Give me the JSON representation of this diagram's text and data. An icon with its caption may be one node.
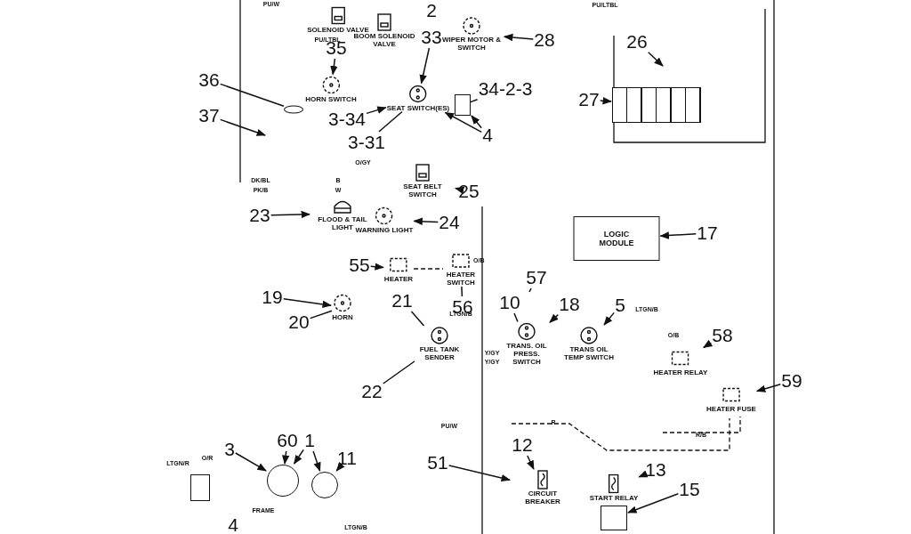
{
  "diagram": {
    "nodes": [
      {
        "text": [
          "33"
        ]
      },
      {
        "text": [
          "SOLENOID VALVE"
        ]
      },
      {
        "text": [
          "BOOM SOLENOID VALVE"
        ]
      },
      {
        "text": [
          "35"
        ]
      },
      {
        "text": [
          "WIPER MOTOR & SWITCH"
        ]
      },
      {
        "text": [
          "28"
        ]
      },
      {
        "text": [
          "26"
        ]
      },
      {
        "text": [],
        "shape": "box"
      },
      {
        "text": [
          "27"
        ]
      },
      {
        "text": [
          "36"
        ]
      },
      {
        "text": [],
        "shape": "oval"
      },
      {
        "text": [
          "37"
        ]
      },
      {
        "text": [
          "HORN SWITCH"
        ]
      },
      {
        "text": [
          "SEAT SWITCH(ES)"
        ]
      },
      {
        "text": [
          "3-34"
        ]
      },
      {
        "text": [
          "34-2-3"
        ]
      },
      {
        "text": [],
        "shape": "box"
      },
      {
        "text": [
          "3-31"
        ]
      },
      {
        "text": [
          "4"
        ]
      },
      {
        "text": [
          "SEAT BELT SWITCH"
        ]
      },
      {
        "text": [
          "25"
        ]
      },
      {
        "text": [
          "23"
        ]
      },
      {
        "text": [
          "FLOOD & TAIL LIGHT"
        ]
      },
      {
        "text": [
          "WARNING LIGHT"
        ]
      },
      {
        "text": [
          "24"
        ]
      },
      {
        "text": [
          "LOGIC MODULE"
        ]
      },
      {
        "text": [
          "17"
        ]
      },
      {
        "text": [
          "55"
        ]
      },
      {
        "text": [
          "HEATER"
        ]
      },
      {
        "text": [
          "HEATER SWITCH"
        ],
        "beside": [
          "O/B"
        ]
      },
      {
        "text": [
          "56"
        ]
      },
      {
        "text": [
          "19"
        ]
      },
      {
        "text": [
          "20"
        ]
      },
      {
        "text": [
          "HORN"
        ]
      },
      {
        "text": [
          "21"
        ]
      },
      {
        "text": [
          "FUEL TANK SENDER"
        ]
      },
      {
        "text": [
          "22"
        ]
      },
      {
        "text": [
          "57"
        ]
      },
      {
        "text": [
          "10"
        ]
      },
      {
        "text": [
          "18"
        ]
      },
      {
        "text": [
          "5"
        ]
      },
      {
        "text": [
          "TRANS. OIL PRESS. SWITCH"
        ]
      },
      {
        "text": [
          "TRANS OIL TEMP SWITCH"
        ]
      },
      {
        "text": [
          "58"
        ]
      },
      {
        "text": [
          "HEATER RELAY"
        ]
      },
      {
        "text": [
          "HEATER FUSE"
        ]
      },
      {
        "text": [
          "59"
        ]
      },
      {
        "text": [
          "12"
        ]
      },
      {
        "text": [
          "CIRCUIT BREAKER"
        ]
      },
      {
        "text": [
          "51"
        ]
      },
      {
        "text": [
          "START RELAY"
        ]
      },
      {
        "text": [
          "13"
        ]
      },
      {
        "text": [
          "15"
        ]
      },
      {
        "text": [],
        "shape": "box"
      },
      {
        "text": [
          "3"
        ]
      },
      {
        "text": [
          "60"
        ]
      },
      {
        "text": [
          "1"
        ]
      },
      {
        "text": [
          "11"
        ]
      },
      {
        "text": [],
        "shape": "circle"
      },
      {
        "text": [],
        "shape": "circle"
      },
      {
        "text": [],
        "shape": "box"
      }
    ],
    "edges": [
      {
        "from": 0,
        "to": 13,
        "arrow": "to"
      },
      {
        "from": 3,
        "to": 12,
        "arrow": "to"
      },
      {
        "from": 5,
        "to": 4,
        "arrow": "to"
      },
      {
        "from": 6,
        "to": null,
        "arrow": "to"
      },
      {
        "from": 8,
        "to": 7,
        "arrow": "to"
      },
      {
        "from": 9,
        "to": 10,
        "arrow": "none"
      },
      {
        "from": 11,
        "to": null,
        "arrow": "to"
      },
      {
        "from": 14,
        "to": 13,
        "arrow": "to"
      },
      {
        "from": 15,
        "to": 16,
        "arrow": "none"
      },
      {
        "from": 17,
        "to": 13,
        "arrow": "none"
      },
      {
        "from": 18,
        "to": 16,
        "arrow": "to"
      },
      {
        "from": 18,
        "to": 13,
        "arrow": "to"
      },
      {
        "from": 20,
        "to": 19,
        "arrow": "to"
      },
      {
        "from": 21,
        "to": 22,
        "arrow": "to"
      },
      {
        "from": 24,
        "to": 23,
        "arrow": "to"
      },
      {
        "from": 26,
        "to": 25,
        "arrow": "to"
      },
      {
        "from": 27,
        "to": 28,
        "arrow": "to"
      },
      {
        "from": 30,
        "to": 29,
        "arrow": "none"
      },
      {
        "from": 31,
        "to": 33,
        "arrow": "to"
      },
      {
        "from": 32,
        "to": 33,
        "arrow": "none"
      },
      {
        "from": 34,
        "to": 35,
        "arrow": "none"
      },
      {
        "from": 36,
        "to": 35,
        "arrow": "none"
      },
      {
        "from": 37,
        "to": null,
        "arrow": "none"
      },
      {
        "from": 38,
        "to": 41,
        "arrow": "none"
      },
      {
        "from": 39,
        "to": 41,
        "arrow": "to"
      },
      {
        "from": 40,
        "to": 42,
        "arrow": "to"
      },
      {
        "from": 43,
        "to": 44,
        "arrow": "to"
      },
      {
        "from": 46,
        "to": 45,
        "arrow": "to"
      },
      {
        "from": 47,
        "to": 48,
        "arrow": "to"
      },
      {
        "from": 49,
        "to": 48,
        "arrow": "to"
      },
      {
        "from": 51,
        "to": 50,
        "arrow": "to"
      },
      {
        "from": 52,
        "to": 53,
        "arrow": "to"
      },
      {
        "from": 54,
        "to": 58,
        "arrow": "to"
      },
      {
        "from": 55,
        "to": 58,
        "arrow": "to"
      },
      {
        "from": 56,
        "to": 58,
        "arrow": "to"
      },
      {
        "from": 56,
        "to": 59,
        "arrow": "to"
      },
      {
        "from": 57,
        "to": 59,
        "arrow": "to"
      },
      {
        "from": 28,
        "to": 29,
        "arrow": "none",
        "style": "dashed"
      }
    ],
    "labels": [
      "2",
      "PU/W",
      "PU/LTBL",
      "PU/LTBL",
      "O/GY",
      "DK/BL",
      "PK/B",
      "B",
      "W",
      "LTGN/B",
      "Y/GY",
      "Y/GY",
      "LTGN/B",
      "O/B",
      "R",
      "R/B",
      "PU/W",
      "O/R",
      "LTGN/R",
      "LTGN/B",
      "FRAME",
      "4"
    ]
  }
}
